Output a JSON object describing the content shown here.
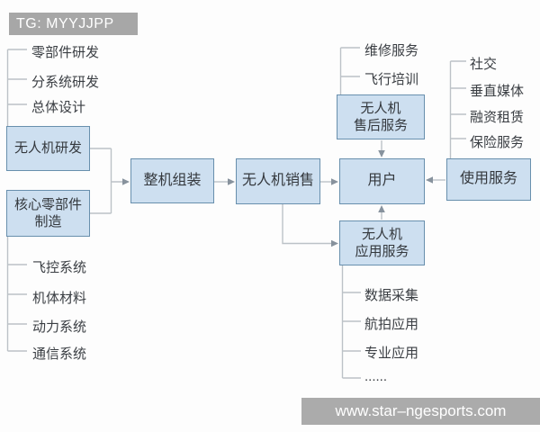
{
  "watermark_top": {
    "label": "TG: MYYJJPP"
  },
  "watermark_bottom": {
    "label": "www.star–ngesports.com"
  },
  "colors": {
    "node_fill": "#cddff0",
    "node_border": "#688fad",
    "connector_line": "#bcc2c7",
    "arrowhead": "#87929d",
    "banner_bg": "#a7a7a7"
  },
  "boxes": {
    "rd": {
      "label": "无人机研发"
    },
    "parts": {
      "label": "核心零部件\n制造"
    },
    "assembly": {
      "label": "整机组装"
    },
    "sales": {
      "label": "无人机销售"
    },
    "user": {
      "label": "用户"
    },
    "aftersales": {
      "label": "无人机\n售后服务"
    },
    "usage": {
      "label": "使用服务"
    },
    "app": {
      "label": "无人机\n应用服务"
    }
  },
  "lists": {
    "rd_inputs": {
      "items": [
        "零部件研发",
        "分系统研发",
        "总体设计"
      ]
    },
    "parts_inputs": {
      "items": [
        "飞控系统",
        "机体材料",
        "动力系统",
        "通信系统"
      ]
    },
    "aftersales_services": {
      "items": [
        "维修服务",
        "飞行培训"
      ]
    },
    "usage_services": {
      "items": [
        "社交",
        "垂直媒体",
        "融资租赁",
        "保险服务"
      ]
    },
    "app_services": {
      "items": [
        "数据采集",
        "航拍应用",
        "专业应用",
        "......"
      ]
    }
  }
}
